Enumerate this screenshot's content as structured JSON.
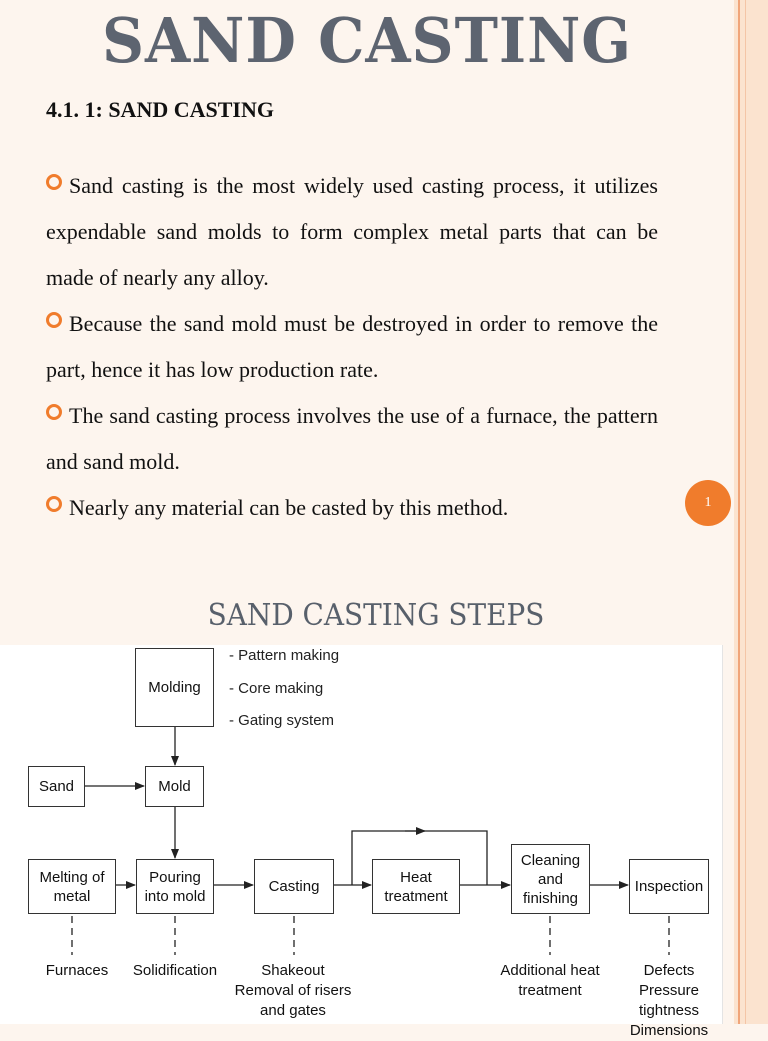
{
  "slide": {
    "title": "SAND CASTING",
    "subheading": "4.1. 1: SAND CASTING",
    "bullets": [
      "Sand casting is the most widely used casting process, it utilizes expendable sand molds to form complex metal parts that can be made of nearly any alloy.",
      "Because the sand mold must be destroyed in order to remove the part, hence it has low production rate.",
      "The sand casting process involves the use of a furnace, the pattern and sand mold.",
      "Nearly any material can be casted by this method."
    ],
    "page_number": "1",
    "bullet_color": "#f07c2c"
  },
  "diagram": {
    "title": "SAND CASTING STEPS",
    "boxes": {
      "molding": "Molding",
      "sand": "Sand",
      "mold": "Mold",
      "melting": "Melting of\nmetal",
      "pouring": "Pouring\ninto mold",
      "casting": "Casting",
      "heat": "Heat\ntreatment",
      "cleaning": "Cleaning\nand\nfinishing",
      "inspection": "Inspection"
    },
    "molding_notes": [
      "- Pattern making",
      "- Core making",
      "- Gating system"
    ],
    "outcomes": {
      "melting": "Furnaces",
      "pouring": "Solidification",
      "casting": "Shakeout\nRemoval of risers\nand gates",
      "cleaning": "Additional heat\ntreatment",
      "inspection": "Defects\nPressure tightness\nDimensions"
    }
  }
}
